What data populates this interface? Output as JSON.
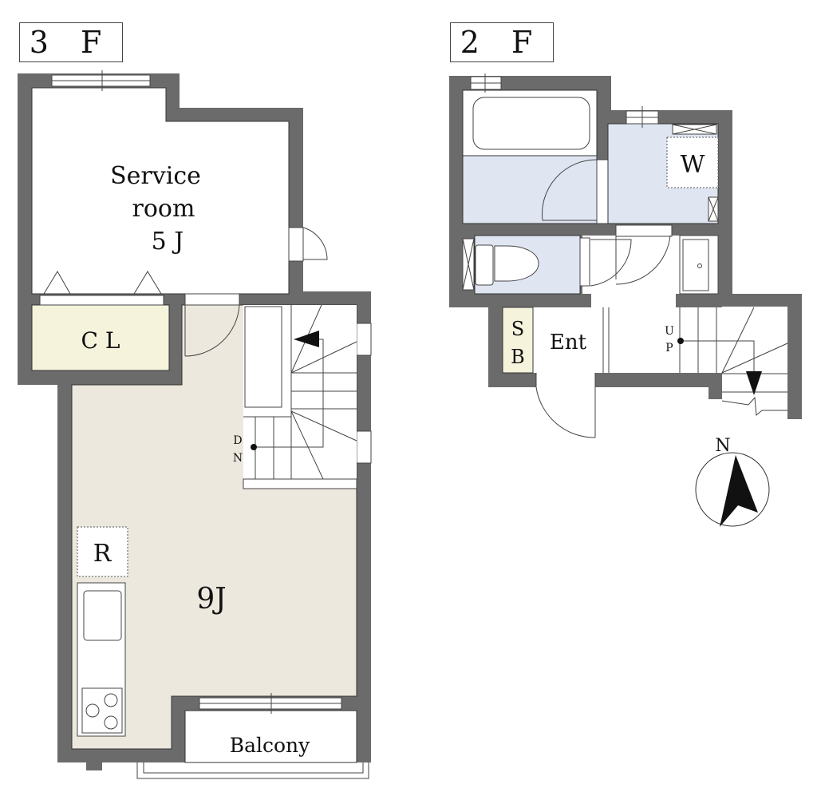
{
  "floors": {
    "third": {
      "title": "3 F",
      "rooms": {
        "service_room_line1": "Service",
        "service_room_line2": "room",
        "service_room_size": "5 J",
        "closet": "C L",
        "main_room_size": "9J",
        "refrigerator": "R",
        "balcony": "Balcony",
        "stairs_dn_1": "D",
        "stairs_dn_2": "N"
      }
    },
    "second": {
      "title": "2 F",
      "rooms": {
        "washer": "W",
        "shoe_box_1": "S",
        "shoe_box_2": "B",
        "entrance": "Ent",
        "stairs_up_1": "U",
        "stairs_up_2": "P"
      }
    }
  },
  "compass": {
    "label": "N"
  },
  "colors": {
    "wall": "#6b6b6b",
    "main_floor": "#ece8de",
    "closet": "#f5f3dc",
    "wet_area": "#dfe5f1"
  }
}
